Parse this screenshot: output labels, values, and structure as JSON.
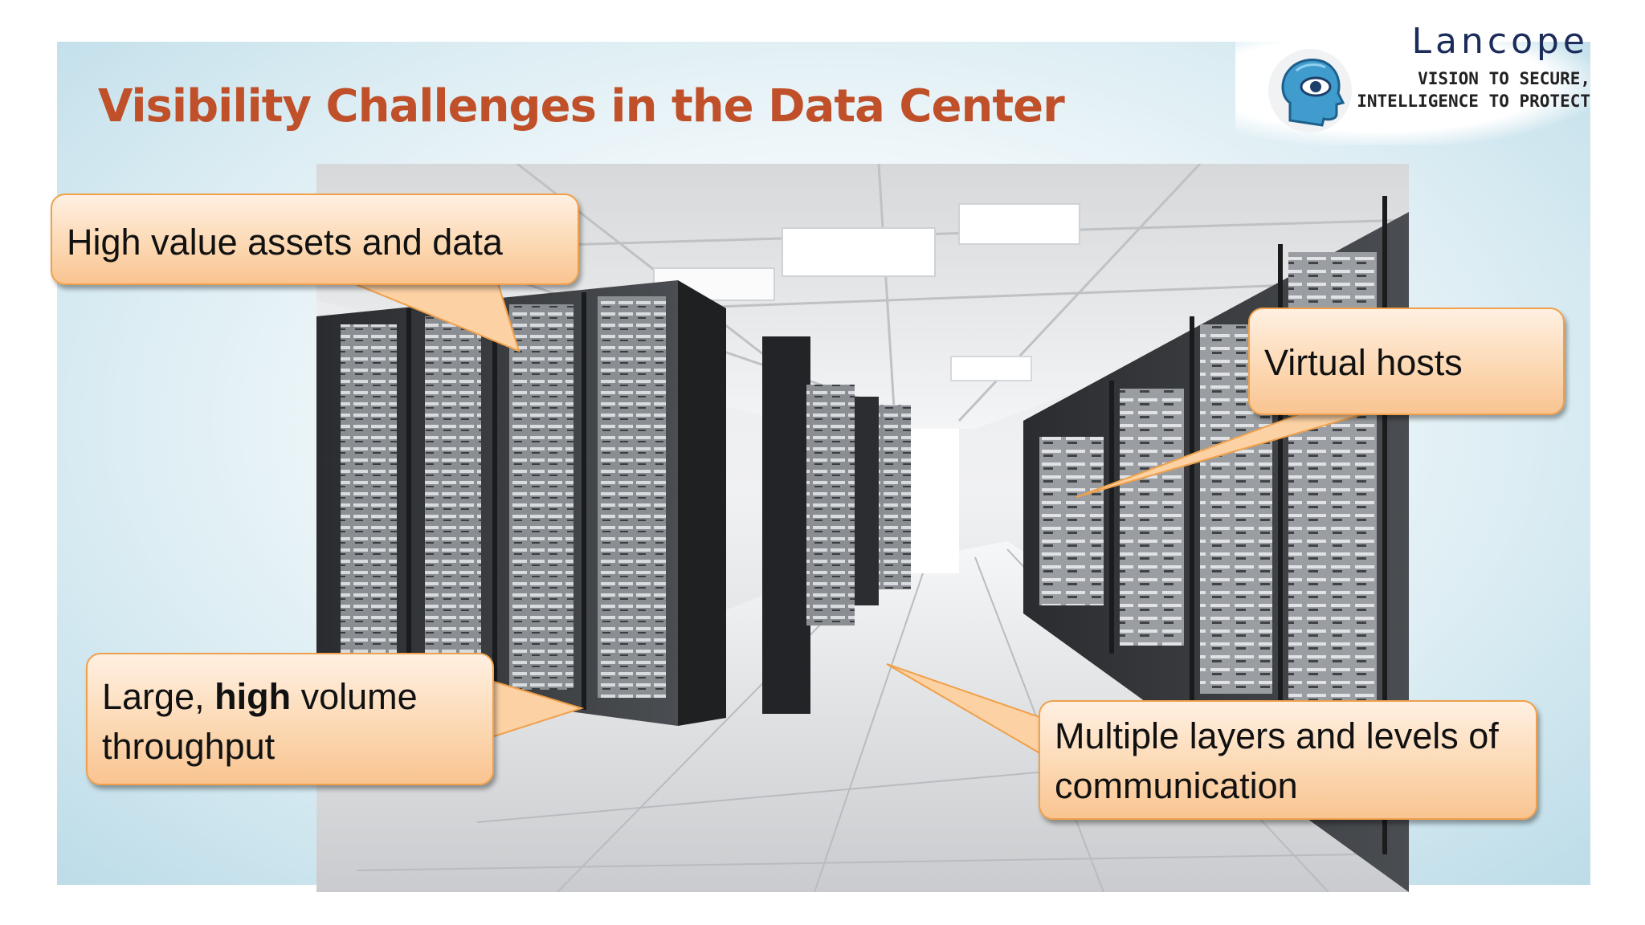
{
  "slide": {
    "title": "Visibility Challenges in the Data Center"
  },
  "logo": {
    "brand": "Lancope",
    "tagline_line1": "VISION TO SECURE,",
    "tagline_line2": "INTELLIGENCE TO PROTECT",
    "icon": "head-with-eye-icon"
  },
  "photo": {
    "subject": "data-center-server-aisle-image"
  },
  "callouts": {
    "assets": {
      "text": "High value assets and data"
    },
    "virtual": {
      "text": "Virtual hosts"
    },
    "large": {
      "part1": "Large, ",
      "bold": "high",
      "part2": " volume",
      "line2": "throughput"
    },
    "layers": {
      "line1": "Multiple layers and levels of",
      "line2": "communication"
    }
  },
  "colors": {
    "title": "#c0502a",
    "callout_fill": "#fcd9b4",
    "callout_border": "#f0a04a",
    "brand": "#1c2c5a"
  }
}
